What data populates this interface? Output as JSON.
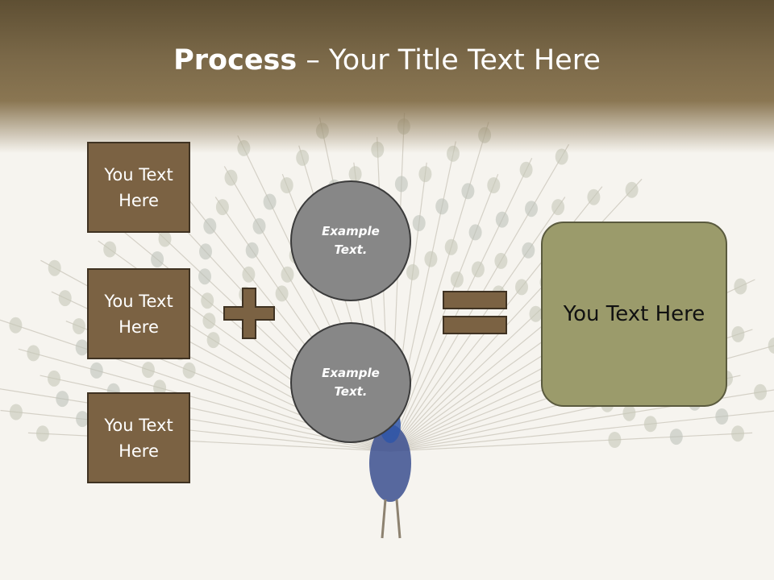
{
  "slide": {
    "title_bold": "Process",
    "title_rest": " – Your Title Text Here",
    "left_boxes": [
      {
        "label": "You Text Here"
      },
      {
        "label": "You Text Here"
      },
      {
        "label": "You Text Here"
      }
    ],
    "circles": [
      {
        "label": "Example Text."
      },
      {
        "label": "Example Text."
      }
    ],
    "result": {
      "label": "You Text Here"
    },
    "operators": {
      "plus": "plus-icon",
      "equals": "equals-icon"
    }
  },
  "colors": {
    "header": "#7a6848",
    "box_fill": "#7b6243",
    "circle_fill": "#878787",
    "result_fill": "#9b9b6b"
  }
}
